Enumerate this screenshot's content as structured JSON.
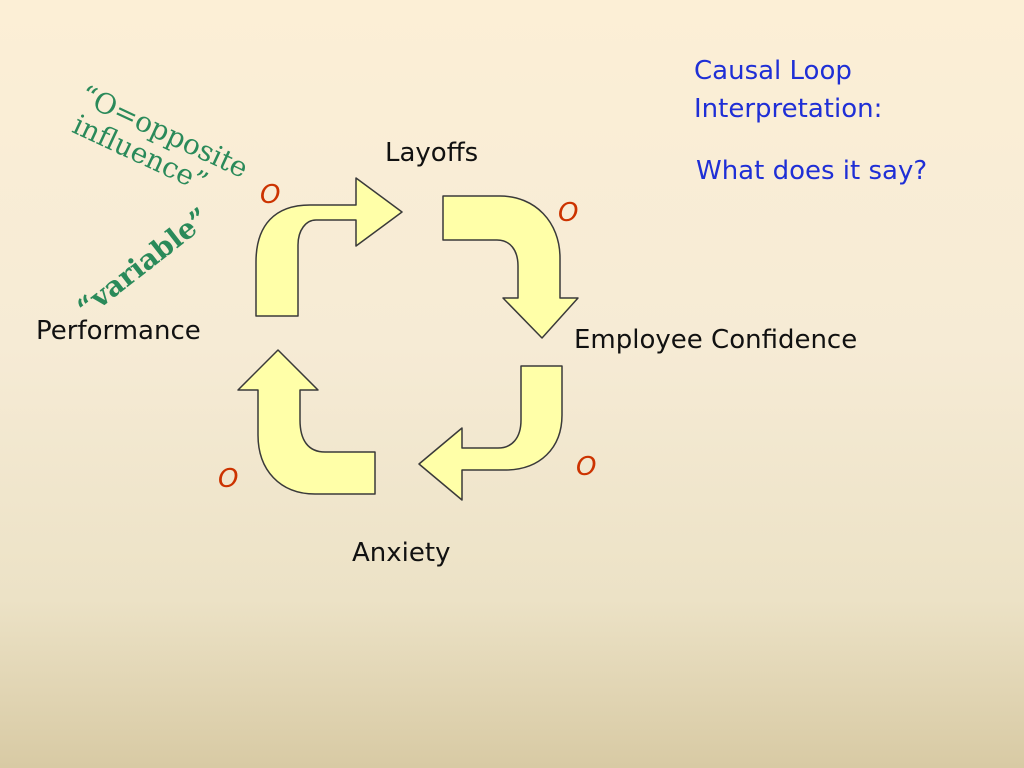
{
  "colors": {
    "node_text": "#111111",
    "polarity_mark": "#cc3300",
    "note_text": "#1f2fd6",
    "annotation": "#2a8a5a",
    "arrow_fill": "#ffffa8"
  },
  "nodes": {
    "layoffs": "Layoffs",
    "employee_confidence": "Employee Confidence",
    "anxiety": "Anxiety",
    "performance": "Performance"
  },
  "polarity": {
    "top_left": "O",
    "top_right": "O",
    "bottom_right": "O",
    "bottom_left": "O"
  },
  "note": {
    "line1": "Causal Loop",
    "line2": "Interpretation:",
    "question": "What does it say?"
  },
  "annotations": {
    "opposite_line1": "“O=opposite",
    "opposite_line2": "influence”",
    "variable": "“variable”"
  }
}
